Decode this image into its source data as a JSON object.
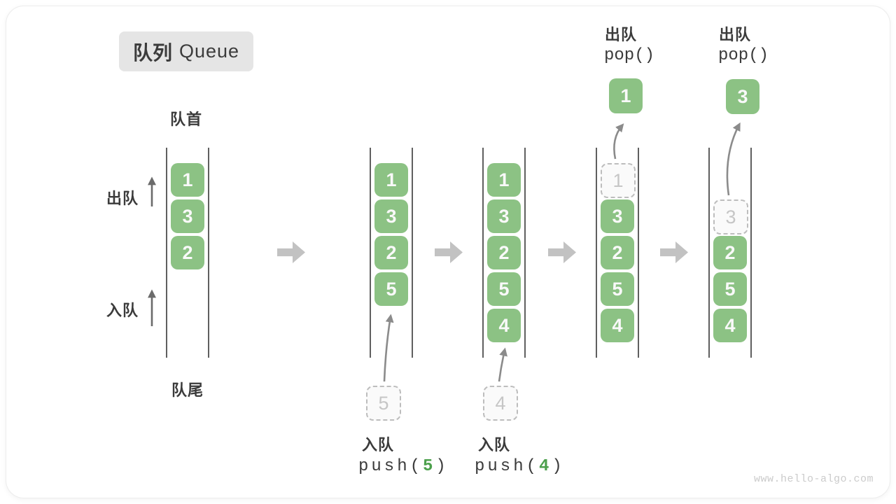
{
  "title": {
    "zh": "队列",
    "en": "Queue"
  },
  "labels": {
    "front": "队首",
    "rear": "队尾",
    "dequeue_side": "出队",
    "enqueue_side": "入队"
  },
  "cells": [
    {
      "state": 0,
      "row": 0,
      "v": "1",
      "t": "solid"
    },
    {
      "state": 0,
      "row": 1,
      "v": "3",
      "t": "solid"
    },
    {
      "state": 0,
      "row": 2,
      "v": "2",
      "t": "solid"
    },
    {
      "state": 1,
      "row": 0,
      "v": "1",
      "t": "solid"
    },
    {
      "state": 1,
      "row": 1,
      "v": "3",
      "t": "solid"
    },
    {
      "state": 1,
      "row": 2,
      "v": "2",
      "t": "solid"
    },
    {
      "state": 1,
      "row": 3,
      "v": "5",
      "t": "solid"
    },
    {
      "state": 2,
      "row": 0,
      "v": "1",
      "t": "solid"
    },
    {
      "state": 2,
      "row": 1,
      "v": "3",
      "t": "solid"
    },
    {
      "state": 2,
      "row": 2,
      "v": "2",
      "t": "solid"
    },
    {
      "state": 2,
      "row": 3,
      "v": "5",
      "t": "solid"
    },
    {
      "state": 2,
      "row": 4,
      "v": "4",
      "t": "solid"
    },
    {
      "state": 3,
      "row": 0,
      "v": "1",
      "t": "dashed"
    },
    {
      "state": 3,
      "row": 1,
      "v": "3",
      "t": "solid"
    },
    {
      "state": 3,
      "row": 2,
      "v": "2",
      "t": "solid"
    },
    {
      "state": 3,
      "row": 3,
      "v": "5",
      "t": "solid"
    },
    {
      "state": 3,
      "row": 4,
      "v": "4",
      "t": "solid"
    },
    {
      "state": 4,
      "row": 1,
      "v": "3",
      "t": "dashed"
    },
    {
      "state": 4,
      "row": 2,
      "v": "2",
      "t": "solid"
    },
    {
      "state": 4,
      "row": 3,
      "v": "5",
      "t": "solid"
    },
    {
      "state": 4,
      "row": 4,
      "v": "4",
      "t": "solid"
    }
  ],
  "enqueue_ops": [
    {
      "label": "入队",
      "code_pre": "push(",
      "arg": "5",
      "code_post": ")"
    },
    {
      "label": "入队",
      "code_pre": "push(",
      "arg": "4",
      "code_post": ")"
    }
  ],
  "dequeue_ops": [
    {
      "label": "出队",
      "code": "pop()",
      "popped": "1"
    },
    {
      "label": "出队",
      "code": "pop()",
      "popped": "3"
    }
  ],
  "watermark": "www.hello-algo.com",
  "colors": {
    "cell_green": "#8cc284",
    "cell_text": "#f9f9f9",
    "accent_green": "#4ca04c",
    "badge_bg": "#e5e5e5",
    "text_dark": "#3b3b3b",
    "wall_gray": "#5f5f5f",
    "block_arrow_gray": "#c2c2c2",
    "thin_arrow_gray": "#8b8b8b",
    "dashed_border": "#bdbdbd",
    "dashed_text": "#c6c6c6",
    "watermark_gray": "#cbcbcb"
  }
}
